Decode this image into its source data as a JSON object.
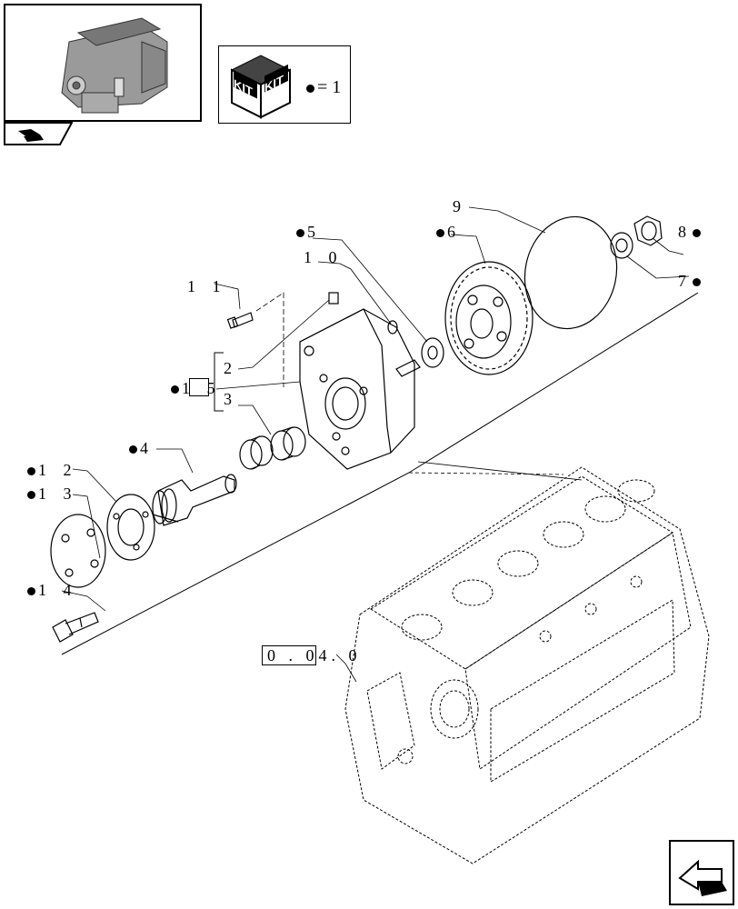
{
  "kit_legend": {
    "text": "= 1",
    "icon": "kit-box-icon",
    "kit_word": "KIT"
  },
  "navigation": {
    "prev_icon": "engine-thumbnail-icon",
    "next_icon": "next-page-arrow-icon"
  },
  "reference": {
    "label": "0 . 04. 0"
  },
  "callouts": [
    {
      "id": "1",
      "text": "1 5",
      "kit": true
    },
    {
      "id": "2",
      "text": "2",
      "kit": false
    },
    {
      "id": "3",
      "text": "3",
      "kit": false
    },
    {
      "id": "4",
      "text": "4",
      "kit": true
    },
    {
      "id": "5",
      "text": "5",
      "kit": true
    },
    {
      "id": "6",
      "text": "6",
      "kit": true
    },
    {
      "id": "7",
      "text": "7",
      "kit": true
    },
    {
      "id": "8",
      "text": "8",
      "kit": true
    },
    {
      "id": "9",
      "text": "9",
      "kit": false
    },
    {
      "id": "10",
      "text": "1 0",
      "kit": false
    },
    {
      "id": "11",
      "text": "1 1",
      "kit": false
    },
    {
      "id": "12",
      "text": "1 2",
      "kit": true
    },
    {
      "id": "13",
      "text": "1 3",
      "kit": true
    },
    {
      "id": "14",
      "text": "1 4",
      "kit": true
    }
  ]
}
